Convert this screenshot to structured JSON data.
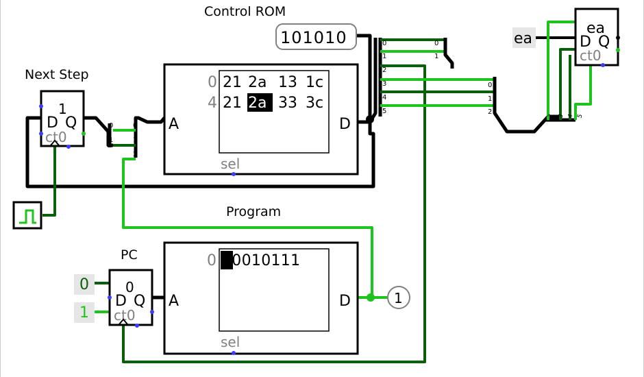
{
  "control_rom": {
    "title": "Control ROM",
    "output_value": "101010",
    "addr_label": "A",
    "data_label": "D",
    "sel_label": "sel",
    "rows": [
      {
        "addr": "0",
        "cells": [
          "21",
          "2a",
          "13",
          "1c"
        ]
      },
      {
        "addr": "4",
        "cells": [
          "21",
          "2a",
          "33",
          "3c"
        ]
      }
    ]
  },
  "next_step": {
    "title": "Next Step",
    "value": "1",
    "d_label": "D",
    "q_label": "Q",
    "ct_label": "ct0"
  },
  "program": {
    "title": "Program",
    "addr": "0",
    "bits": "10010111",
    "addr_label": "A",
    "data_label": "D",
    "sel_label": "sel",
    "output_probe": "1"
  },
  "pc": {
    "title": "PC",
    "value": "0",
    "d_label": "D",
    "q_label": "Q",
    "ct_label": "ct0",
    "input_d": "0",
    "input_clk": "1"
  },
  "ea_register": {
    "title": "ea",
    "input_label": "ea",
    "d_label": "D",
    "q_label": "Q",
    "ct_label": "ct0"
  },
  "splitters": {
    "a_in": [
      "0",
      "1"
    ],
    "a_out": [
      "0",
      "1",
      "2"
    ],
    "rom_out": [
      "0",
      "1",
      "2",
      "3",
      "4",
      "5"
    ],
    "rom_out_right": [
      "0",
      "1"
    ],
    "mid_right": [
      "0",
      "1",
      "2"
    ],
    "ea_bits": [
      "2",
      "3",
      "4",
      "5"
    ]
  },
  "colors": {
    "wire_bus": "#000000",
    "wire_high": "#1ec31e",
    "wire_low": "#0a5f0a",
    "port_dot": "#3b3bff"
  }
}
